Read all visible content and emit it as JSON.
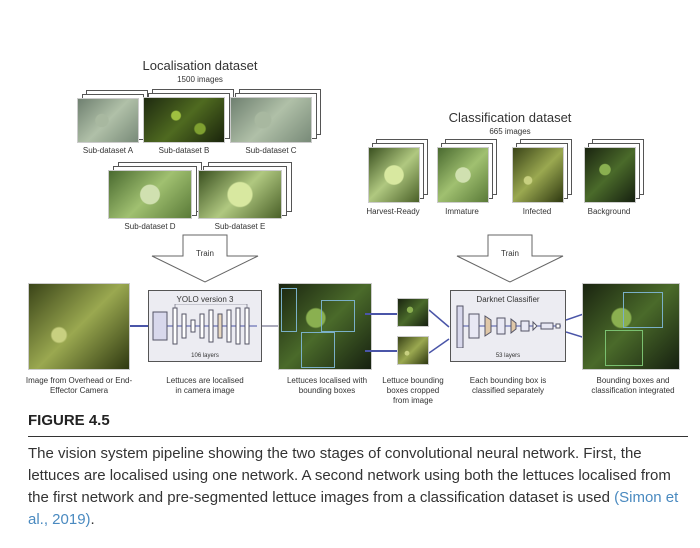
{
  "localisation": {
    "title": "Localisation dataset",
    "count": "1500 images",
    "subsets": [
      "Sub-dataset A",
      "Sub-dataset B",
      "Sub-dataset C",
      "Sub-dataset D",
      "Sub-dataset E"
    ]
  },
  "classification": {
    "title": "Classification dataset",
    "count": "665 images",
    "classes": [
      "Harvest-Ready",
      "Immature",
      "Infected",
      "Background"
    ]
  },
  "train_left": "Train",
  "train_right": "Train",
  "yolo": {
    "title": "YOLO version 3",
    "layers": "106 layers"
  },
  "darknet": {
    "title": "Darknet Classifier",
    "layers": "53 layers"
  },
  "captions": {
    "camera": "Image from Overhead or End-Effector Camera",
    "localised": "Lettuces are localised in camera image",
    "boxes": "Lettuces localised with bounding boxes",
    "cropped": "Lettuce bounding boxes cropped from image",
    "classified": "Each bounding box is classified separately",
    "integrated": "Bounding boxes and classification integrated"
  },
  "figure_label": "FIGURE 4.5",
  "caption_text": "The vision system pipeline showing the two stages of convolutional neural network. First, the lettuces are localised using one network. A second network using both the lettuces localised from the first network and pre-segmented lettuce images from a classification dataset is used ",
  "citation": "(Simon et al., 2019)",
  "caption_end": ".",
  "colors": {
    "citation": "#4a8ac0",
    "arrow": "#4a55a8"
  }
}
